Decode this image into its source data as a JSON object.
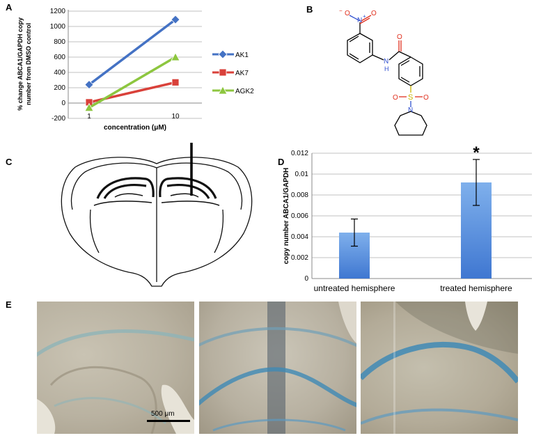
{
  "panels": {
    "a": "A",
    "b": "B",
    "c": "C",
    "d": "D",
    "e": "E"
  },
  "chart_data": [
    {
      "type": "line",
      "panel": "A",
      "x": [
        "1",
        "10"
      ],
      "series": [
        {
          "name": "AK1",
          "values": [
            240,
            1090
          ],
          "color": "#4472c4",
          "marker": "diamond"
        },
        {
          "name": "AK7",
          "values": [
            10,
            270
          ],
          "color": "#d9413a",
          "marker": "square"
        },
        {
          "name": "AGK2",
          "values": [
            -60,
            600
          ],
          "color": "#8dc63f",
          "marker": "triangle"
        }
      ],
      "xlabel": "concentration (μM)",
      "ylabel_lines": [
        "% change ABCA1/GAPDH copy",
        "number from DMSO control"
      ],
      "ylim": [
        -200,
        1200
      ],
      "yticks": [
        "-200",
        "0",
        "200",
        "400",
        "600",
        "800",
        "1000",
        "1200"
      ],
      "grid": true,
      "legend": "right"
    },
    {
      "type": "bar",
      "panel": "D",
      "categories": [
        "untreated hemisphere",
        "treated hemisphere"
      ],
      "values": [
        0.0044,
        0.0092
      ],
      "errors": [
        0.0013,
        0.0022
      ],
      "annotations": [
        "",
        "*"
      ],
      "ylabel": "copy number ABCA1/GAPDH",
      "ylim": [
        0,
        0.012
      ],
      "yticks": [
        "0",
        "0.002",
        "0.004",
        "0.006",
        "0.008",
        "0.01",
        "0.012"
      ],
      "grid": true,
      "bar_color": "#5b8fd9"
    }
  ],
  "molecule": {
    "atoms": {
      "o_minus": "O",
      "minus": "−",
      "n_nitro": "N",
      "plus": "+",
      "o_nitro": "O",
      "o_amide": "O",
      "n_amide": "N",
      "h_amide": "H",
      "s": "S",
      "o_s1": "O",
      "o_s2": "O",
      "n_ring": "N"
    }
  },
  "micrographs": {
    "scale_bar": "500 μm"
  },
  "colors": {
    "grid": "#c0c0c0",
    "red_atom": "#e0301e",
    "blue_atom": "#3050d0",
    "sulfur": "#c8b400",
    "stain_blue": "#4a9fc2"
  }
}
